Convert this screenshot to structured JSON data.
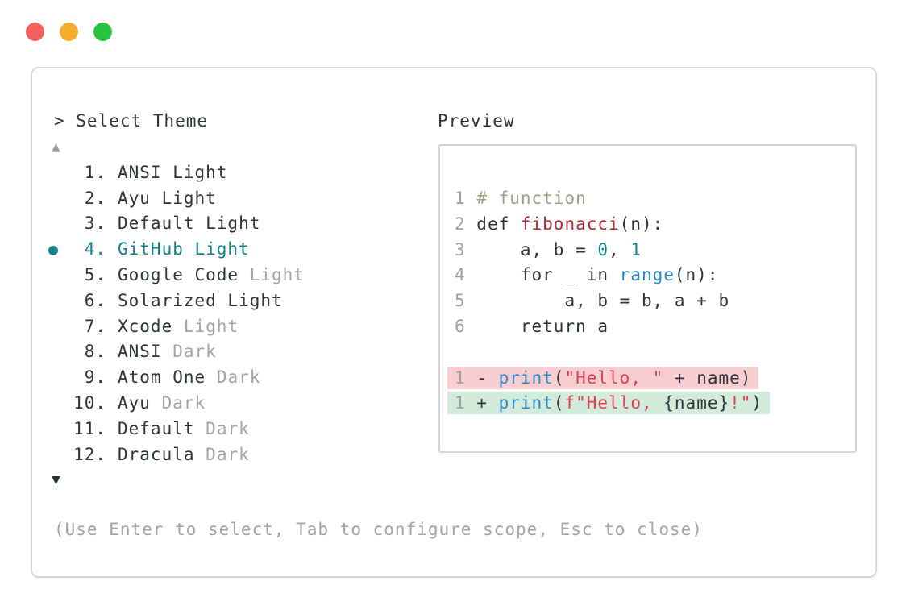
{
  "colors": {
    "accent_teal": "#15808d",
    "text_dark": "#2d333a",
    "text_muted": "#a4a4a4",
    "comment_green": "#9ba189",
    "function_red": "#b02a33",
    "string_red": "#e0404e",
    "builtin_blue": "#2b86c5",
    "removed_bg": "#f9ced1",
    "added_bg": "#d3ebda",
    "traffic_red": "#f4615d",
    "traffic_yellow": "#f4b02c",
    "traffic_green": "#29c43d"
  },
  "selector": {
    "prompt": "> Select Theme",
    "scroll_up_icon": "▲",
    "scroll_down_icon": "▼",
    "items": [
      {
        "number": "1.",
        "name": "ANSI Light",
        "variant": "",
        "selected": false
      },
      {
        "number": "2.",
        "name": "Ayu Light",
        "variant": "",
        "selected": false
      },
      {
        "number": "3.",
        "name": "Default Light",
        "variant": "",
        "selected": false
      },
      {
        "number": "4.",
        "name": "GitHub Light",
        "variant": "",
        "selected": true
      },
      {
        "number": "5.",
        "name": "Google Code",
        "variant": "Light",
        "selected": false
      },
      {
        "number": "6.",
        "name": "Solarized Light",
        "variant": "",
        "selected": false
      },
      {
        "number": "7.",
        "name": "Xcode",
        "variant": "Light",
        "selected": false
      },
      {
        "number": "8.",
        "name": "ANSI",
        "variant": "Dark",
        "selected": false
      },
      {
        "number": "9.",
        "name": "Atom One",
        "variant": "Dark",
        "selected": false
      },
      {
        "number": "10.",
        "name": "Ayu",
        "variant": "Dark",
        "selected": false
      },
      {
        "number": "11.",
        "name": "Default",
        "variant": "Dark",
        "selected": false
      },
      {
        "number": "12.",
        "name": "Dracula",
        "variant": "Dark",
        "selected": false
      }
    ],
    "help_text": "(Use Enter to select, Tab to configure scope, Esc to close)"
  },
  "preview": {
    "title": "Preview",
    "code_lines": [
      {
        "highlight": "none",
        "tokens": [
          {
            "type": "line-number",
            "text": "1"
          },
          {
            "type": "default",
            "text": " "
          },
          {
            "type": "comment",
            "text": "# function"
          }
        ]
      },
      {
        "highlight": "none",
        "tokens": [
          {
            "type": "line-number",
            "text": "2"
          },
          {
            "type": "default",
            "text": " def "
          },
          {
            "type": "function",
            "text": "fibonacci"
          },
          {
            "type": "default",
            "text": "(n):"
          }
        ]
      },
      {
        "highlight": "none",
        "tokens": [
          {
            "type": "line-number",
            "text": "3"
          },
          {
            "type": "default",
            "text": "     a, b = "
          },
          {
            "type": "number",
            "text": "0"
          },
          {
            "type": "default",
            "text": ", "
          },
          {
            "type": "number",
            "text": "1"
          }
        ]
      },
      {
        "highlight": "none",
        "tokens": [
          {
            "type": "line-number",
            "text": "4"
          },
          {
            "type": "default",
            "text": "     for _ in "
          },
          {
            "type": "builtin",
            "text": "range"
          },
          {
            "type": "default",
            "text": "(n):"
          }
        ]
      },
      {
        "highlight": "none",
        "tokens": [
          {
            "type": "line-number",
            "text": "5"
          },
          {
            "type": "default",
            "text": "         a, b = b, a + b"
          }
        ]
      },
      {
        "highlight": "none",
        "tokens": [
          {
            "type": "line-number",
            "text": "6"
          },
          {
            "type": "default",
            "text": "     return a"
          }
        ]
      },
      {
        "highlight": "none",
        "tokens": []
      },
      {
        "highlight": "removed",
        "tokens": [
          {
            "type": "line-number",
            "text": "1"
          },
          {
            "type": "default",
            "text": " - "
          },
          {
            "type": "builtin",
            "text": "print"
          },
          {
            "type": "default",
            "text": "("
          },
          {
            "type": "string",
            "text": "\"Hello, \""
          },
          {
            "type": "default",
            "text": " + name)"
          }
        ]
      },
      {
        "highlight": "added",
        "tokens": [
          {
            "type": "line-number",
            "text": "1"
          },
          {
            "type": "default",
            "text": " + "
          },
          {
            "type": "builtin",
            "text": "print"
          },
          {
            "type": "default",
            "text": "("
          },
          {
            "type": "string",
            "text": "f\"Hello, "
          },
          {
            "type": "default",
            "text": "{name}"
          },
          {
            "type": "string",
            "text": "!\""
          },
          {
            "type": "default",
            "text": ")"
          }
        ]
      }
    ]
  }
}
